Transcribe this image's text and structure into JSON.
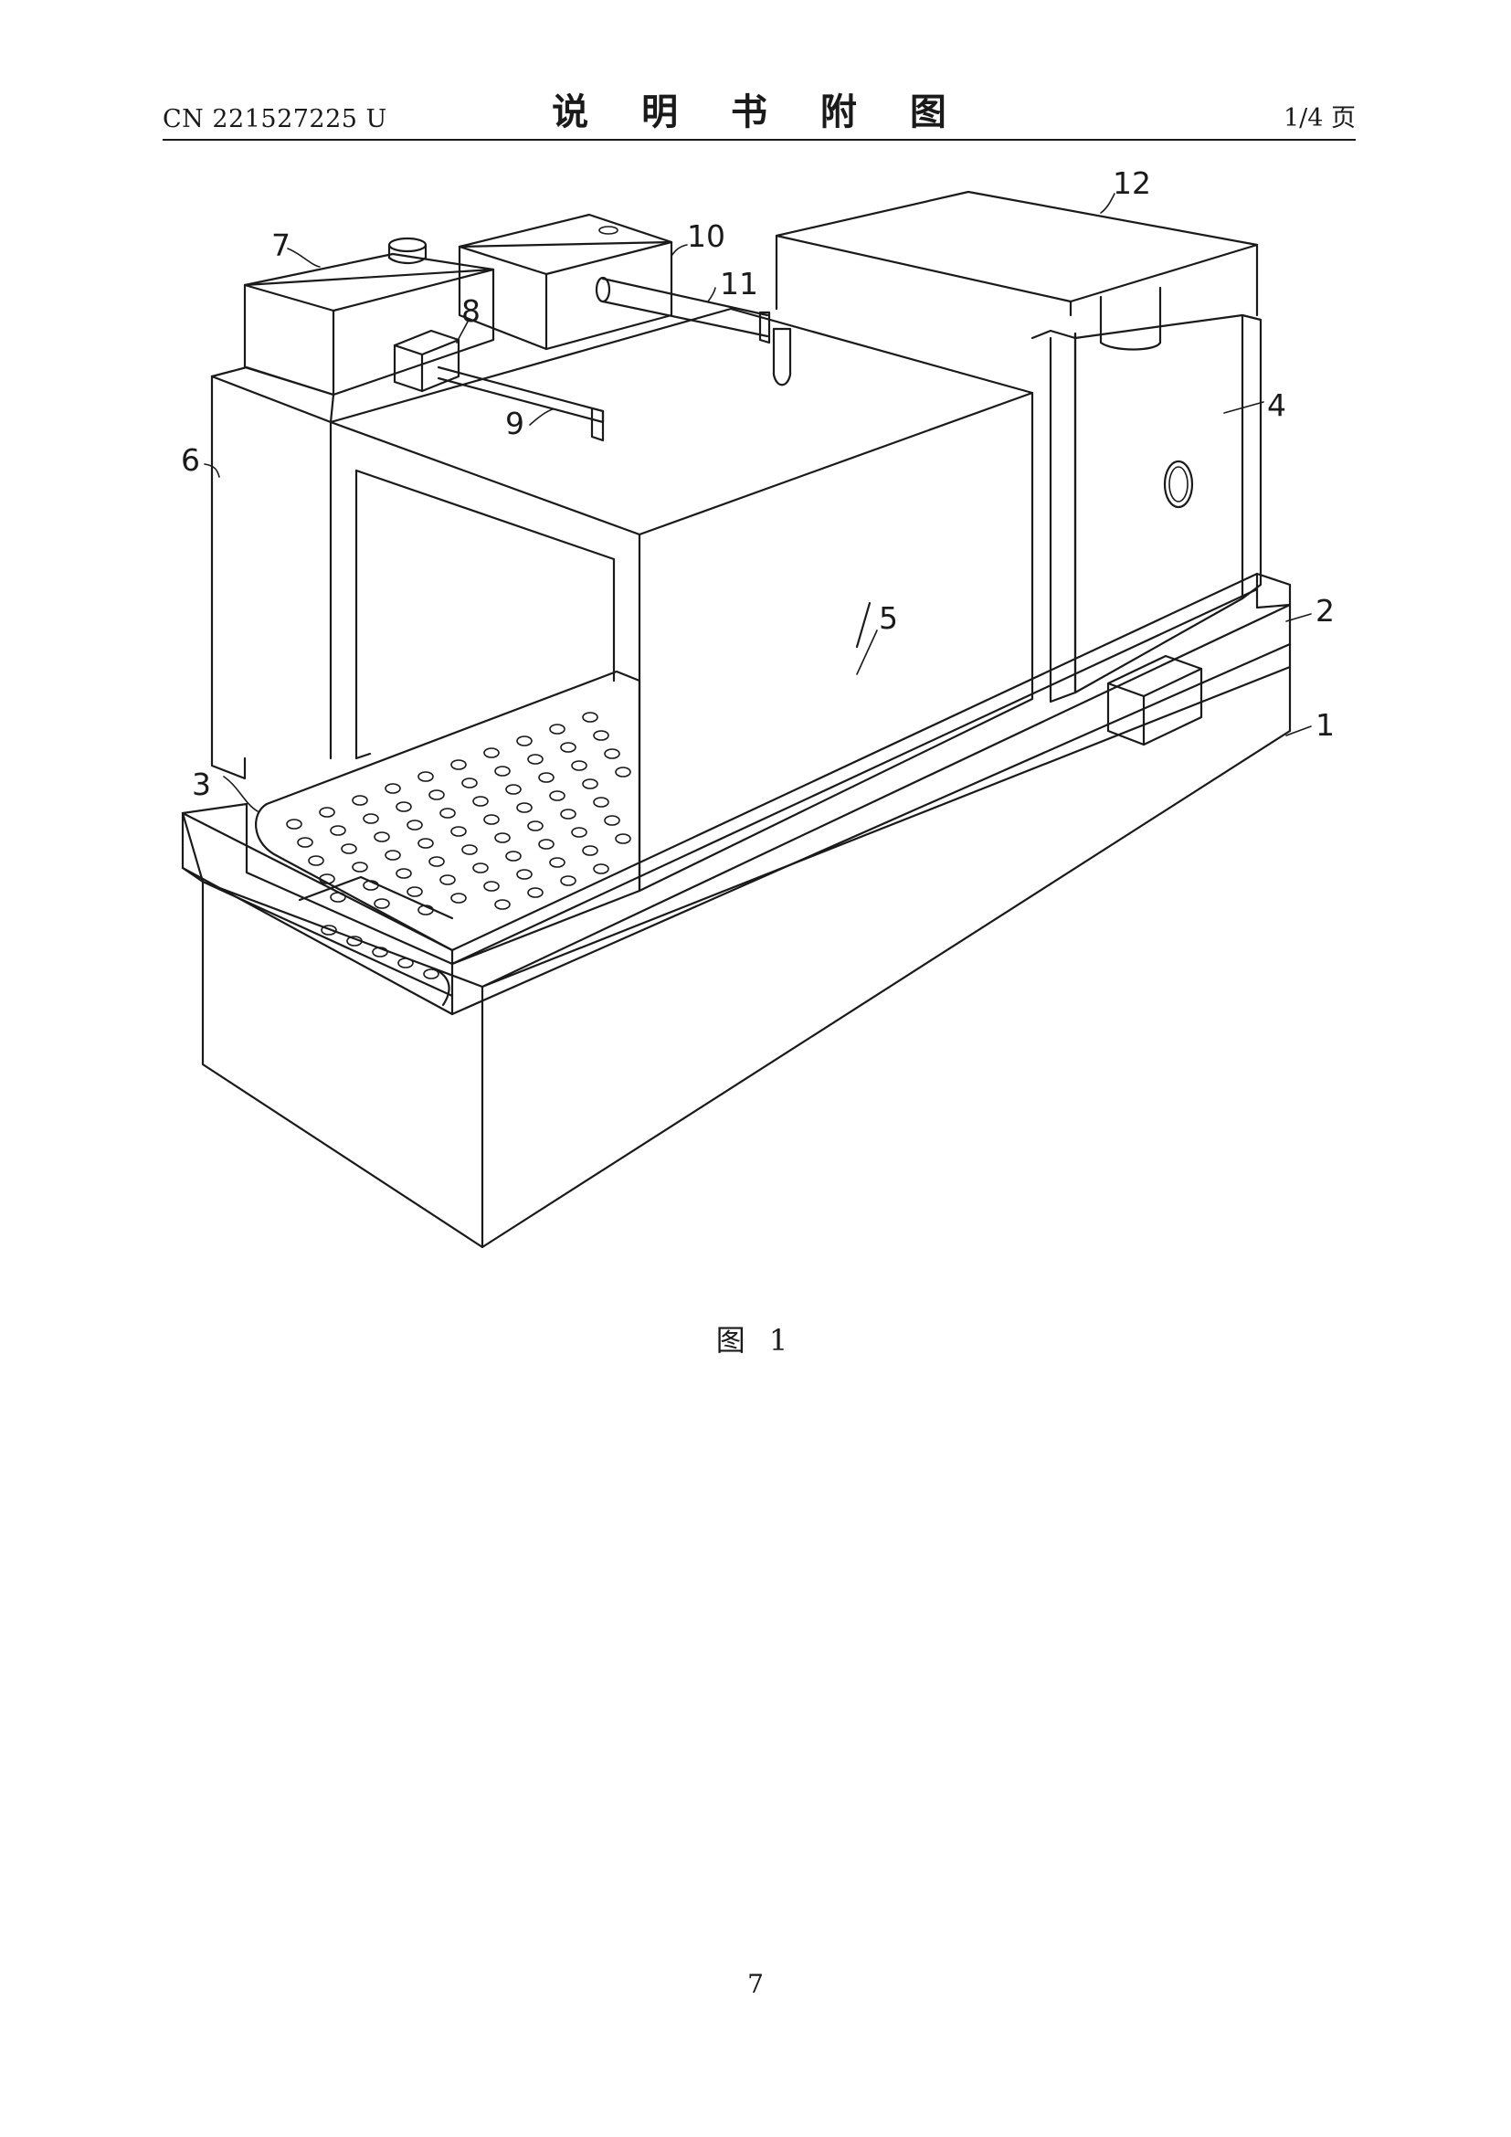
{
  "header": {
    "doc_number": "CN 221527225 U",
    "title": "说 明 书 附 图",
    "page_info": "1/4 页"
  },
  "figure": {
    "labels": [
      "1",
      "2",
      "3",
      "4",
      "5",
      "6",
      "7",
      "8",
      "9",
      "10",
      "11",
      "12"
    ],
    "caption": "图 1"
  },
  "footer": {
    "page_number": "7"
  }
}
